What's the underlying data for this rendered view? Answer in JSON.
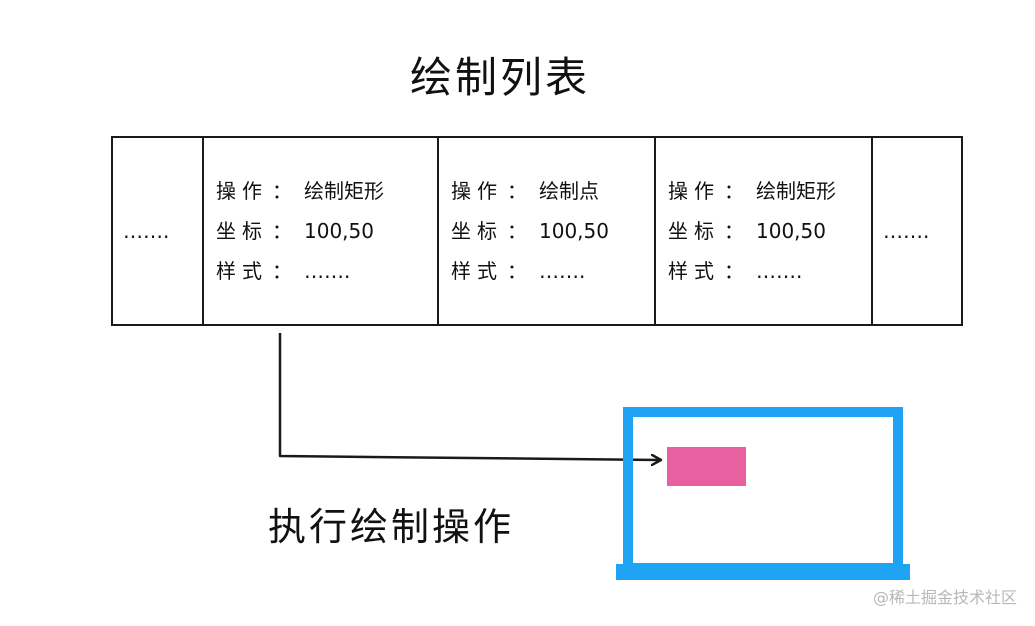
{
  "title": "绘制列表",
  "cells": [
    {
      "kind": "ellipsis",
      "text": "……."
    },
    {
      "kind": "op",
      "rows": [
        {
          "label": "操作",
          "sep": "：",
          "value": "绘制矩形"
        },
        {
          "label": "坐标",
          "sep": "：",
          "value": "100,50"
        },
        {
          "label": "样式",
          "sep": "：",
          "value": "……."
        }
      ]
    },
    {
      "kind": "op",
      "rows": [
        {
          "label": "操作",
          "sep": "：",
          "value": "绘制点"
        },
        {
          "label": "坐标",
          "sep": "：",
          "value": "100,50"
        },
        {
          "label": "样式",
          "sep": "：",
          "value": "……."
        }
      ]
    },
    {
      "kind": "op",
      "rows": [
        {
          "label": "操作",
          "sep": "：",
          "value": "绘制矩形"
        },
        {
          "label": "坐标",
          "sep": "：",
          "value": "100,50"
        },
        {
          "label": "样式",
          "sep": "：",
          "value": "……."
        }
      ]
    },
    {
      "kind": "ellipsis",
      "text": "……."
    }
  ],
  "exec_label": "执行绘制操作",
  "watermark": "@稀土掘金技术社区",
  "colors": {
    "screen_frame": "#1ea3f5",
    "drawn_rect": "#e8609f",
    "line": "#1a1a1a"
  }
}
